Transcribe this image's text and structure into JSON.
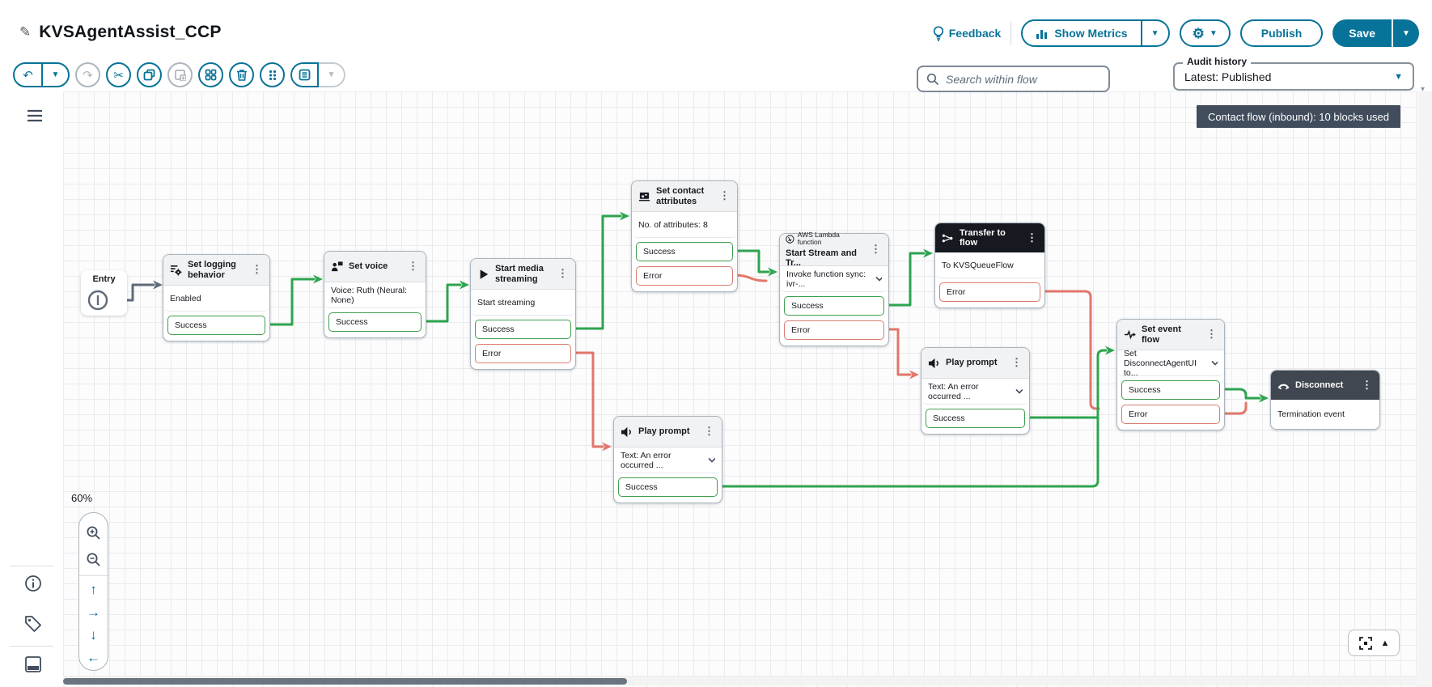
{
  "header": {
    "title": "KVSAgentAssist_CCP",
    "feedback": "Feedback",
    "show_metrics": "Show Metrics",
    "publish": "Publish",
    "save": "Save"
  },
  "search": {
    "placeholder": "Search within flow"
  },
  "audit": {
    "label": "Audit history",
    "value": "Latest: Published"
  },
  "canvas": {
    "badge": "Contact flow (inbound): 10 blocks used",
    "zoom_level": "60%",
    "entry_label": "Entry"
  },
  "colors": {
    "accent": "#077398",
    "success_wire": "#2ea44f",
    "error_wire": "#e2766b",
    "dark_header": "#16191f",
    "badge_bg": "#414d5c"
  },
  "icons": {
    "kebab": "⋮",
    "caret": "▼",
    "caret_small": "▾",
    "pencil": "✎",
    "undo": "↶",
    "redo": "↷",
    "scissors": "✂",
    "gear": "⚙",
    "arrow_up": "↑",
    "arrow_right": "→",
    "arrow_down": "↓",
    "arrow_left": "←",
    "triangle_up": "▲",
    "play": "▶"
  },
  "blocks": [
    {
      "title": "Set logging behavior",
      "body": "Enabled",
      "ports": [
        {
          "label": "Success",
          "type": "success"
        }
      ]
    },
    {
      "title": "Set voice",
      "body": "Voice: Ruth (Neural: None)",
      "ports": [
        {
          "label": "Success",
          "type": "success"
        }
      ]
    },
    {
      "title": "Start media streaming",
      "body": "Start streaming",
      "ports": [
        {
          "label": "Success",
          "type": "success"
        },
        {
          "label": "Error",
          "type": "error"
        }
      ]
    },
    {
      "title": "Set contact attributes",
      "body": "No. of attributes: 8",
      "ports": [
        {
          "label": "Success",
          "type": "success"
        },
        {
          "label": "Error",
          "type": "error"
        }
      ]
    },
    {
      "category": "AWS Lambda function",
      "title": "Start Stream and Tr...",
      "body": "Invoke function sync: ivr-...",
      "ports": [
        {
          "label": "Success",
          "type": "success"
        },
        {
          "label": "Error",
          "type": "error"
        }
      ]
    },
    {
      "title": "Transfer to flow",
      "body": "To KVSQueueFlow",
      "ports": [
        {
          "label": "Error",
          "type": "error"
        }
      ]
    },
    {
      "title": "Play prompt",
      "body": "Text: An error occurred ...",
      "ports": [
        {
          "label": "Success",
          "type": "success"
        }
      ]
    },
    {
      "title": "Set event flow",
      "body": "Set DisconnectAgentUI to...",
      "ports": [
        {
          "label": "Success",
          "type": "success"
        },
        {
          "label": "Error",
          "type": "error"
        }
      ]
    },
    {
      "title": "Disconnect",
      "body": "Termination event",
      "ports": []
    },
    {
      "title": "Play prompt",
      "body": "Text: An error occurred ...",
      "ports": [
        {
          "label": "Success",
          "type": "success"
        }
      ]
    }
  ]
}
